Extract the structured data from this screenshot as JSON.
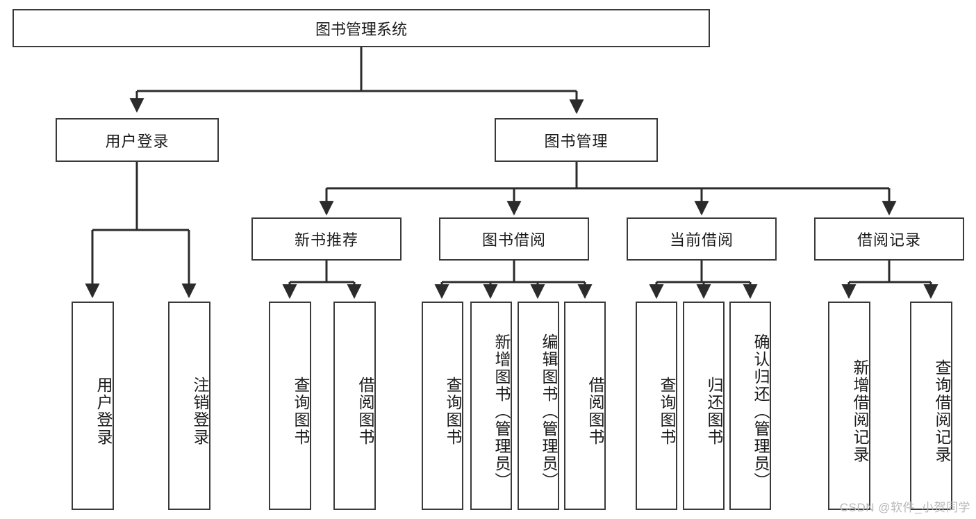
{
  "diagram": {
    "type": "tree",
    "title": "图书管理系统",
    "watermark": "CSDN @软件_小贺同学",
    "colors": {
      "box_border": "#3a3a3a",
      "box_fill": "#ffffff",
      "connector": "#2b2b2b",
      "text": "#1a1a1a",
      "watermark": "#b8b8b8",
      "background": "#ffffff"
    },
    "root": {
      "label": "图书管理系统"
    },
    "level2": [
      {
        "label": "用户登录"
      },
      {
        "label": "图书管理"
      }
    ],
    "level3": [
      {
        "label": "新书推荐"
      },
      {
        "label": "图书借阅"
      },
      {
        "label": "当前借阅"
      },
      {
        "label": "借阅记录"
      }
    ],
    "leaves": {
      "user_login": [
        {
          "label": "用户登录"
        },
        {
          "label": "注销登录"
        }
      ],
      "new_book_recommend": [
        {
          "label": "查询图书"
        },
        {
          "label": "借阅图书"
        }
      ],
      "book_borrow": [
        {
          "label": "查询图书"
        },
        {
          "label": "新增图书（管理员）"
        },
        {
          "label": "编辑图书（管理员）"
        },
        {
          "label": "借阅图书"
        }
      ],
      "current_borrow": [
        {
          "label": "查询图书"
        },
        {
          "label": "归还图书"
        },
        {
          "label": "确认归还（管理员）"
        }
      ],
      "borrow_record": [
        {
          "label": "新增借阅记录"
        },
        {
          "label": "查询借阅记录"
        }
      ]
    }
  }
}
